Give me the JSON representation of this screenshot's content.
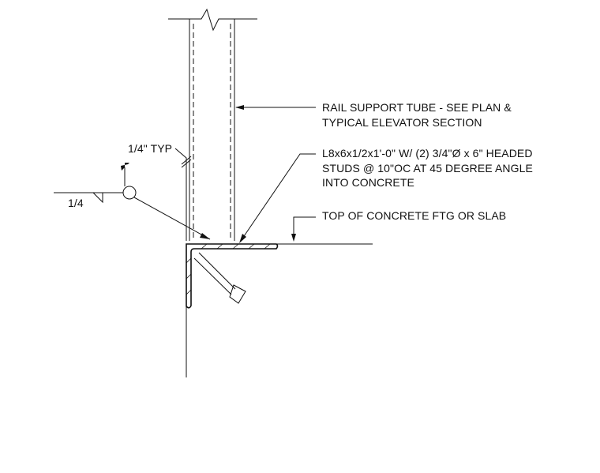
{
  "notes": {
    "rail_tube_line1": "RAIL SUPPORT TUBE - SEE PLAN &",
    "rail_tube_line2": "TYPICAL ELEVATOR SECTION",
    "angle_line1": "L8x6x1/2x1'-0\" W/ (2) 3/4\"Ø x 6\" HEADED",
    "angle_line2": "STUDS @ 10\"OC AT 45 DEGREE ANGLE",
    "angle_line3": "INTO CONCRETE",
    "top_concrete": "TOP OF CONCRETE FTG OR SLAB",
    "weld_typ": "1/4\" TYP",
    "weld_size": "1/4"
  },
  "colors": {
    "linework": "#111111",
    "background": "#ffffff"
  }
}
